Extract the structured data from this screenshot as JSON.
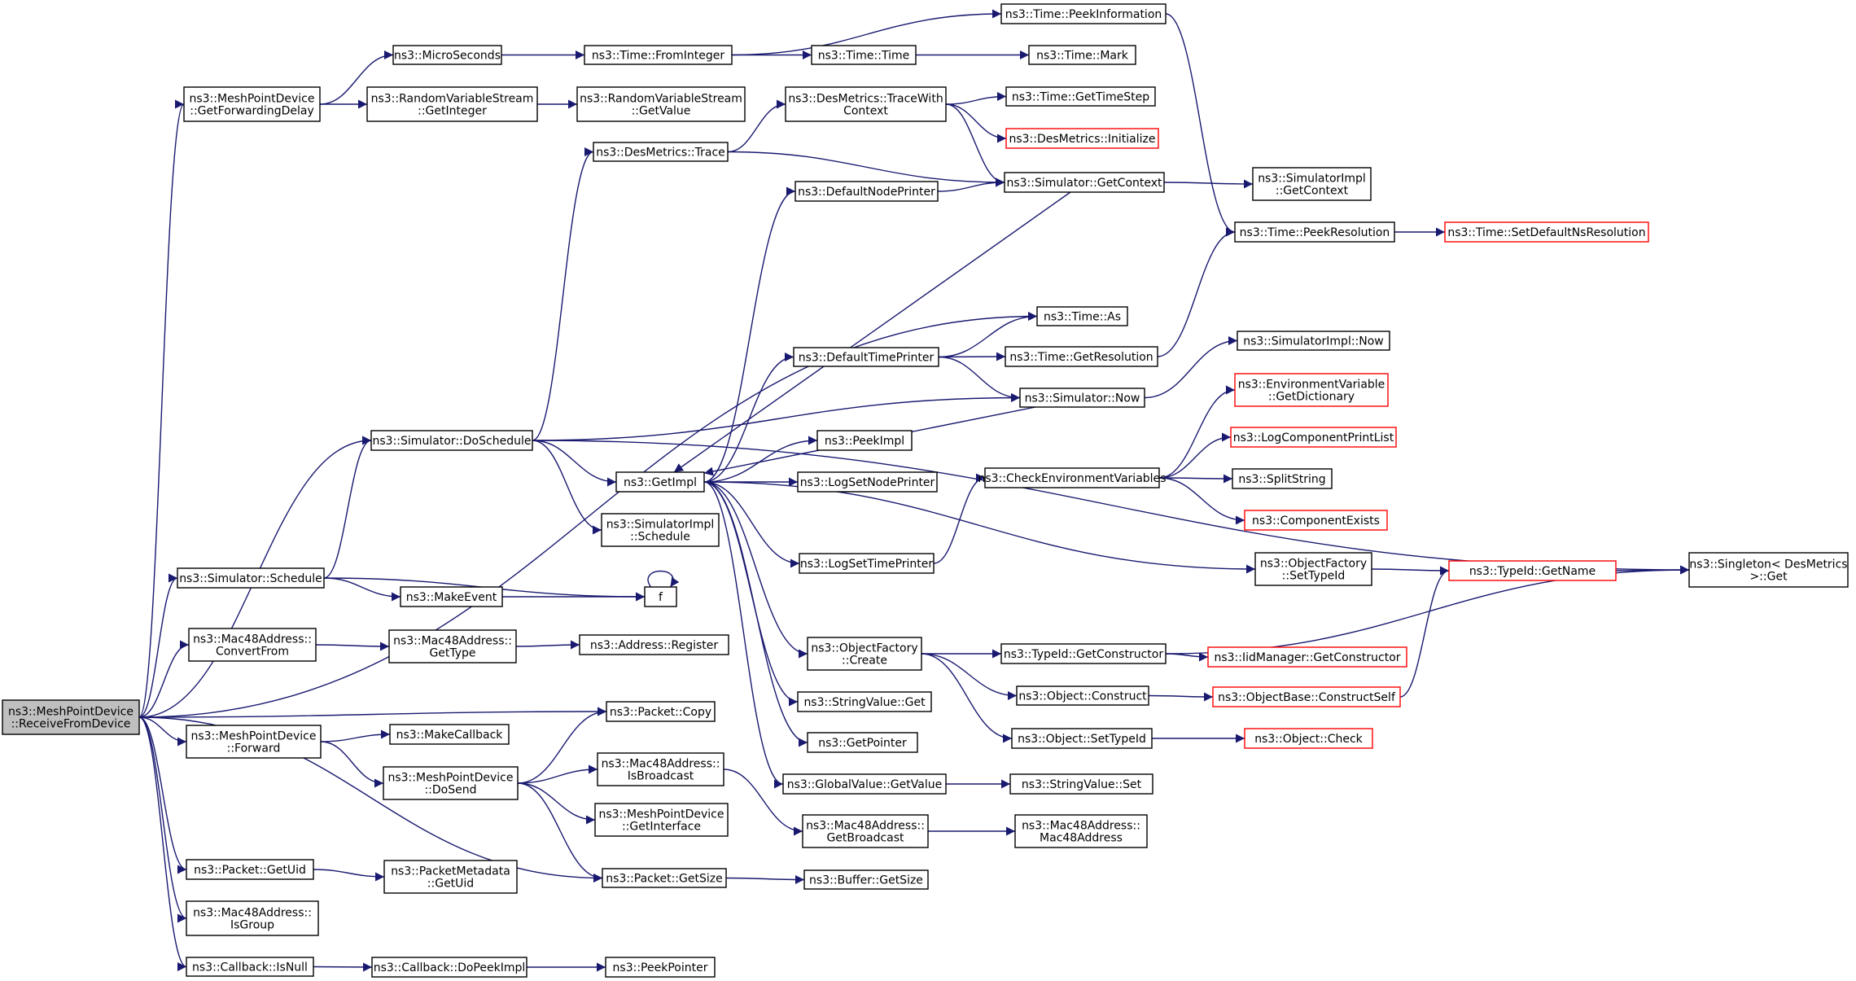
{
  "graph": {
    "kind": "call-graph",
    "colors": {
      "edge": "#191970",
      "node_border": "#000000",
      "truncated_border": "#ff0000",
      "root_fill": "#bfbfbf",
      "node_fill": "#ffffff"
    },
    "nodes": {
      "root": {
        "lines": [
          "ns3::MeshPointDevice",
          "::ReceiveFromDevice"
        ],
        "style": "root"
      },
      "getfwd": {
        "lines": [
          "ns3::MeshPointDevice",
          "::GetForwardingDelay"
        ]
      },
      "micro": {
        "lines": [
          "ns3::MicroSeconds"
        ]
      },
      "fromint": {
        "lines": [
          "ns3::Time::FromInteger"
        ]
      },
      "peekinfo": {
        "lines": [
          "ns3::Time::PeekInformation"
        ]
      },
      "timetime": {
        "lines": [
          "ns3::Time::Time"
        ]
      },
      "timemark": {
        "lines": [
          "ns3::Time::Mark"
        ]
      },
      "rvsgetint": {
        "lines": [
          "ns3::RandomVariableStream",
          "::GetInteger"
        ]
      },
      "rvsgetval": {
        "lines": [
          "ns3::RandomVariableStream",
          "::GetValue"
        ]
      },
      "dmtracectx": {
        "lines": [
          "ns3::DesMetrics::TraceWith",
          "Context"
        ]
      },
      "gettimestep": {
        "lines": [
          "ns3::Time::GetTimeStep"
        ]
      },
      "dminit": {
        "lines": [
          "ns3::DesMetrics::Initialize"
        ],
        "style": "truncated"
      },
      "dmtrace": {
        "lines": [
          "ns3::DesMetrics::Trace"
        ]
      },
      "defnode": {
        "lines": [
          "ns3::DefaultNodePrinter"
        ]
      },
      "simgetctx": {
        "lines": [
          "ns3::Simulator::GetContext"
        ]
      },
      "simimplctx": {
        "lines": [
          "ns3::SimulatorImpl",
          "::GetContext"
        ]
      },
      "peekres": {
        "lines": [
          "ns3::Time::PeekResolution"
        ]
      },
      "setdefres": {
        "lines": [
          "ns3::Time::SetDefaultNsResolution"
        ],
        "style": "truncated"
      },
      "timeas": {
        "lines": [
          "ns3::Time::As"
        ]
      },
      "deftime": {
        "lines": [
          "ns3::DefaultTimePrinter"
        ]
      },
      "getres": {
        "lines": [
          "ns3::Time::GetResolution"
        ]
      },
      "simimplnow": {
        "lines": [
          "ns3::SimulatorImpl::Now"
        ]
      },
      "envdict": {
        "lines": [
          "ns3::EnvironmentVariable",
          "::GetDictionary"
        ],
        "style": "truncated"
      },
      "simnow": {
        "lines": [
          "ns3::Simulator::Now"
        ]
      },
      "dosched": {
        "lines": [
          "ns3::Simulator::DoSchedule"
        ]
      },
      "peekimpl": {
        "lines": [
          "ns3::PeekImpl"
        ]
      },
      "logprintlist": {
        "lines": [
          "ns3::LogComponentPrintList"
        ],
        "style": "truncated"
      },
      "getimpl": {
        "lines": [
          "ns3::GetImpl"
        ]
      },
      "lognode": {
        "lines": [
          "ns3::LogSetNodePrinter"
        ]
      },
      "checkenv": {
        "lines": [
          "ns3::CheckEnvironmentVariables"
        ]
      },
      "splitstr": {
        "lines": [
          "ns3::SplitString"
        ]
      },
      "simimplsched": {
        "lines": [
          "ns3::SimulatorImpl",
          "::Schedule"
        ]
      },
      "compexists": {
        "lines": [
          "ns3::ComponentExists"
        ],
        "style": "truncated"
      },
      "logtime": {
        "lines": [
          "ns3::LogSetTimePrinter"
        ]
      },
      "ofsettid": {
        "lines": [
          "ns3::ObjectFactory",
          "::SetTypeId"
        ]
      },
      "tidname": {
        "lines": [
          "ns3::TypeId::GetName"
        ],
        "style": "truncated"
      },
      "singleton": {
        "lines": [
          "ns3::Singleton< DesMetrics",
          " >::Get"
        ]
      },
      "simsched": {
        "lines": [
          "ns3::Simulator::Schedule"
        ]
      },
      "f": {
        "lines": [
          "f"
        ]
      },
      "makeevent": {
        "lines": [
          "ns3::MakeEvent"
        ]
      },
      "mac48conv": {
        "lines": [
          "ns3::Mac48Address::",
          "ConvertFrom"
        ]
      },
      "mac48type": {
        "lines": [
          "ns3::Mac48Address::",
          "GetType"
        ]
      },
      "addrreg": {
        "lines": [
          "ns3::Address::Register"
        ]
      },
      "ofcreate": {
        "lines": [
          "ns3::ObjectFactory",
          "::Create"
        ]
      },
      "tidctor": {
        "lines": [
          "ns3::TypeId::GetConstructor"
        ]
      },
      "iidctor": {
        "lines": [
          "ns3::IidManager::GetConstructor"
        ],
        "style": "truncated"
      },
      "objconstruct": {
        "lines": [
          "ns3::Object::Construct"
        ]
      },
      "obconstructself": {
        "lines": [
          "ns3::ObjectBase::ConstructSelf"
        ],
        "style": "truncated"
      },
      "strvalget": {
        "lines": [
          "ns3::StringValue::Get"
        ]
      },
      "pktcopy": {
        "lines": [
          "ns3::Packet::Copy"
        ]
      },
      "mpdfwd": {
        "lines": [
          "ns3::MeshPointDevice",
          "::Forward"
        ]
      },
      "makecb": {
        "lines": [
          "ns3::MakeCallback"
        ]
      },
      "objsettid": {
        "lines": [
          "ns3::Object::SetTypeId"
        ]
      },
      "objcheck": {
        "lines": [
          "ns3::Object::Check"
        ],
        "style": "truncated"
      },
      "getptr": {
        "lines": [
          "ns3::GetPointer"
        ]
      },
      "mac48bcast": {
        "lines": [
          "ns3::Mac48Address::",
          "IsBroadcast"
        ]
      },
      "mpddosend": {
        "lines": [
          "ns3::MeshPointDevice",
          "::DoSend"
        ]
      },
      "gvgetval": {
        "lines": [
          "ns3::GlobalValue::GetValue"
        ]
      },
      "strvalset": {
        "lines": [
          "ns3::StringValue::Set"
        ]
      },
      "mpdgetif": {
        "lines": [
          "ns3::MeshPointDevice",
          "::GetInterface"
        ]
      },
      "mac48getbc": {
        "lines": [
          "ns3::Mac48Address::",
          "GetBroadcast"
        ]
      },
      "mac48ctor": {
        "lines": [
          "ns3::Mac48Address::",
          "Mac48Address"
        ]
      },
      "pktgetuid": {
        "lines": [
          "ns3::Packet::GetUid"
        ]
      },
      "pmgetuid": {
        "lines": [
          "ns3::PacketMetadata",
          "::GetUid"
        ]
      },
      "pktgetsize": {
        "lines": [
          "ns3::Packet::GetSize"
        ]
      },
      "bufgetsize": {
        "lines": [
          "ns3::Buffer::GetSize"
        ]
      },
      "mac48isgroup": {
        "lines": [
          "ns3::Mac48Address::",
          "IsGroup"
        ]
      },
      "cbisnull": {
        "lines": [
          "ns3::Callback::IsNull"
        ]
      },
      "cbdopeek": {
        "lines": [
          "ns3::Callback::DoPeekImpl"
        ]
      },
      "peekptr": {
        "lines": [
          "ns3::PeekPointer"
        ]
      }
    },
    "edges": [
      [
        "root",
        "getfwd"
      ],
      [
        "root",
        "dosched"
      ],
      [
        "root",
        "timeas"
      ],
      [
        "root",
        "simsched"
      ],
      [
        "root",
        "mac48conv"
      ],
      [
        "root",
        "pktcopy"
      ],
      [
        "root",
        "mpdfwd"
      ],
      [
        "root",
        "pktgetuid"
      ],
      [
        "root",
        "pktgetsize"
      ],
      [
        "root",
        "mac48isgroup"
      ],
      [
        "root",
        "cbisnull"
      ],
      [
        "getfwd",
        "micro"
      ],
      [
        "getfwd",
        "rvsgetint"
      ],
      [
        "micro",
        "fromint"
      ],
      [
        "fromint",
        "peekinfo"
      ],
      [
        "fromint",
        "timetime"
      ],
      [
        "timetime",
        "timemark"
      ],
      [
        "peekinfo",
        "peekres"
      ],
      [
        "rvsgetint",
        "rvsgetval"
      ],
      [
        "dosched",
        "dmtrace"
      ],
      [
        "dosched",
        "simnow"
      ],
      [
        "dosched",
        "getimpl"
      ],
      [
        "dosched",
        "simimplsched"
      ],
      [
        "dosched",
        "singleton"
      ],
      [
        "dmtrace",
        "dmtracectx"
      ],
      [
        "dmtrace",
        "simgetctx"
      ],
      [
        "dmtracectx",
        "gettimestep"
      ],
      [
        "dmtracectx",
        "dminit"
      ],
      [
        "dmtracectx",
        "simgetctx"
      ],
      [
        "defnode",
        "simgetctx"
      ],
      [
        "simgetctx",
        "simimplctx"
      ],
      [
        "simgetctx",
        "getimpl"
      ],
      [
        "peekres",
        "setdefres"
      ],
      [
        "getres",
        "peekres"
      ],
      [
        "deftime",
        "timeas"
      ],
      [
        "deftime",
        "getres"
      ],
      [
        "deftime",
        "simnow"
      ],
      [
        "simnow",
        "simimplnow"
      ],
      [
        "simnow",
        "getimpl"
      ],
      [
        "getimpl",
        "defnode"
      ],
      [
        "getimpl",
        "deftime"
      ],
      [
        "getimpl",
        "peekimpl"
      ],
      [
        "getimpl",
        "lognode"
      ],
      [
        "getimpl",
        "logtime"
      ],
      [
        "getimpl",
        "ofsettid"
      ],
      [
        "getimpl",
        "ofcreate"
      ],
      [
        "getimpl",
        "strvalget"
      ],
      [
        "getimpl",
        "getptr"
      ],
      [
        "getimpl",
        "gvgetval"
      ],
      [
        "logtime",
        "checkenv"
      ],
      [
        "checkenv",
        "envdict"
      ],
      [
        "checkenv",
        "logprintlist"
      ],
      [
        "checkenv",
        "splitstr"
      ],
      [
        "checkenv",
        "compexists"
      ],
      [
        "ofsettid",
        "tidname"
      ],
      [
        "tidname",
        "singleton"
      ],
      [
        "simsched",
        "dosched"
      ],
      [
        "simsched",
        "makeevent"
      ],
      [
        "simsched",
        "f"
      ],
      [
        "makeevent",
        "f"
      ],
      [
        "f",
        "f"
      ],
      [
        "mac48conv",
        "mac48type"
      ],
      [
        "mac48type",
        "addrreg"
      ],
      [
        "ofcreate",
        "tidctor"
      ],
      [
        "ofcreate",
        "objconstruct"
      ],
      [
        "ofcreate",
        "objsettid"
      ],
      [
        "tidctor",
        "iidctor"
      ],
      [
        "tidctor",
        "singleton"
      ],
      [
        "objconstruct",
        "obconstructself"
      ],
      [
        "obconstructself",
        "tidname"
      ],
      [
        "objsettid",
        "objcheck"
      ],
      [
        "gvgetval",
        "strvalset"
      ],
      [
        "mpdfwd",
        "makecb"
      ],
      [
        "mpdfwd",
        "mpddosend"
      ],
      [
        "mpddosend",
        "pktcopy"
      ],
      [
        "mpddosend",
        "mac48bcast"
      ],
      [
        "mpddosend",
        "mpdgetif"
      ],
      [
        "mpddosend",
        "pktgetsize"
      ],
      [
        "mac48bcast",
        "mac48getbc"
      ],
      [
        "mac48getbc",
        "mac48ctor"
      ],
      [
        "pktgetuid",
        "pmgetuid"
      ],
      [
        "pktgetsize",
        "bufgetsize"
      ],
      [
        "cbisnull",
        "cbdopeek"
      ],
      [
        "cbdopeek",
        "peekptr"
      ]
    ]
  }
}
